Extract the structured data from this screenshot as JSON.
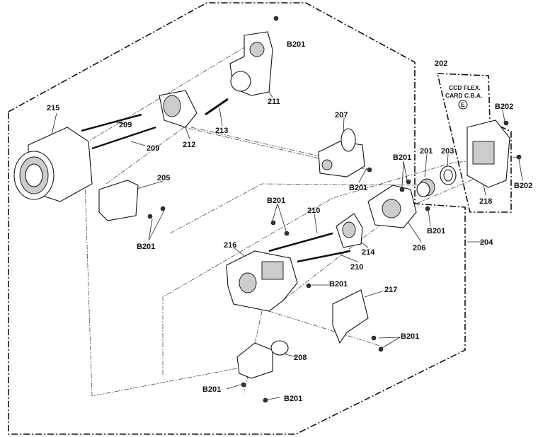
{
  "labels": [
    {
      "id": "b201_a",
      "text": "B201"
    },
    {
      "id": "p211",
      "text": "211"
    },
    {
      "id": "p215",
      "text": "215"
    },
    {
      "id": "p209_a",
      "text": "209"
    },
    {
      "id": "p209_b",
      "text": "209"
    },
    {
      "id": "p212",
      "text": "212"
    },
    {
      "id": "p213",
      "text": "213"
    },
    {
      "id": "p207",
      "text": "207"
    },
    {
      "id": "p202",
      "text": "202"
    },
    {
      "id": "ccd1",
      "text": "CCD FLEX."
    },
    {
      "id": "ccd2",
      "text": "CARD C.B.A."
    },
    {
      "id": "e",
      "text": "E"
    },
    {
      "id": "b202_a",
      "text": "B202"
    },
    {
      "id": "b201_b",
      "text": "B201"
    },
    {
      "id": "p201",
      "text": "201"
    },
    {
      "id": "p203",
      "text": "203"
    },
    {
      "id": "b202_b",
      "text": "B202"
    },
    {
      "id": "p205",
      "text": "205"
    },
    {
      "id": "b201_c",
      "text": "B201"
    },
    {
      "id": "p218",
      "text": "218"
    },
    {
      "id": "b201_d",
      "text": "B201"
    },
    {
      "id": "p210_a",
      "text": "210"
    },
    {
      "id": "b201_e",
      "text": "B201"
    },
    {
      "id": "p204",
      "text": "204"
    },
    {
      "id": "p214",
      "text": "214"
    },
    {
      "id": "p206",
      "text": "206"
    },
    {
      "id": "p216",
      "text": "216"
    },
    {
      "id": "b201_f",
      "text": "B201"
    },
    {
      "id": "p210_b",
      "text": "210"
    },
    {
      "id": "b201_g",
      "text": "B201"
    },
    {
      "id": "p217",
      "text": "217"
    },
    {
      "id": "b201_h",
      "text": "B201"
    },
    {
      "id": "p208",
      "text": "208"
    },
    {
      "id": "b201_i",
      "text": "B201"
    },
    {
      "id": "b201_j",
      "text": "B201"
    }
  ]
}
